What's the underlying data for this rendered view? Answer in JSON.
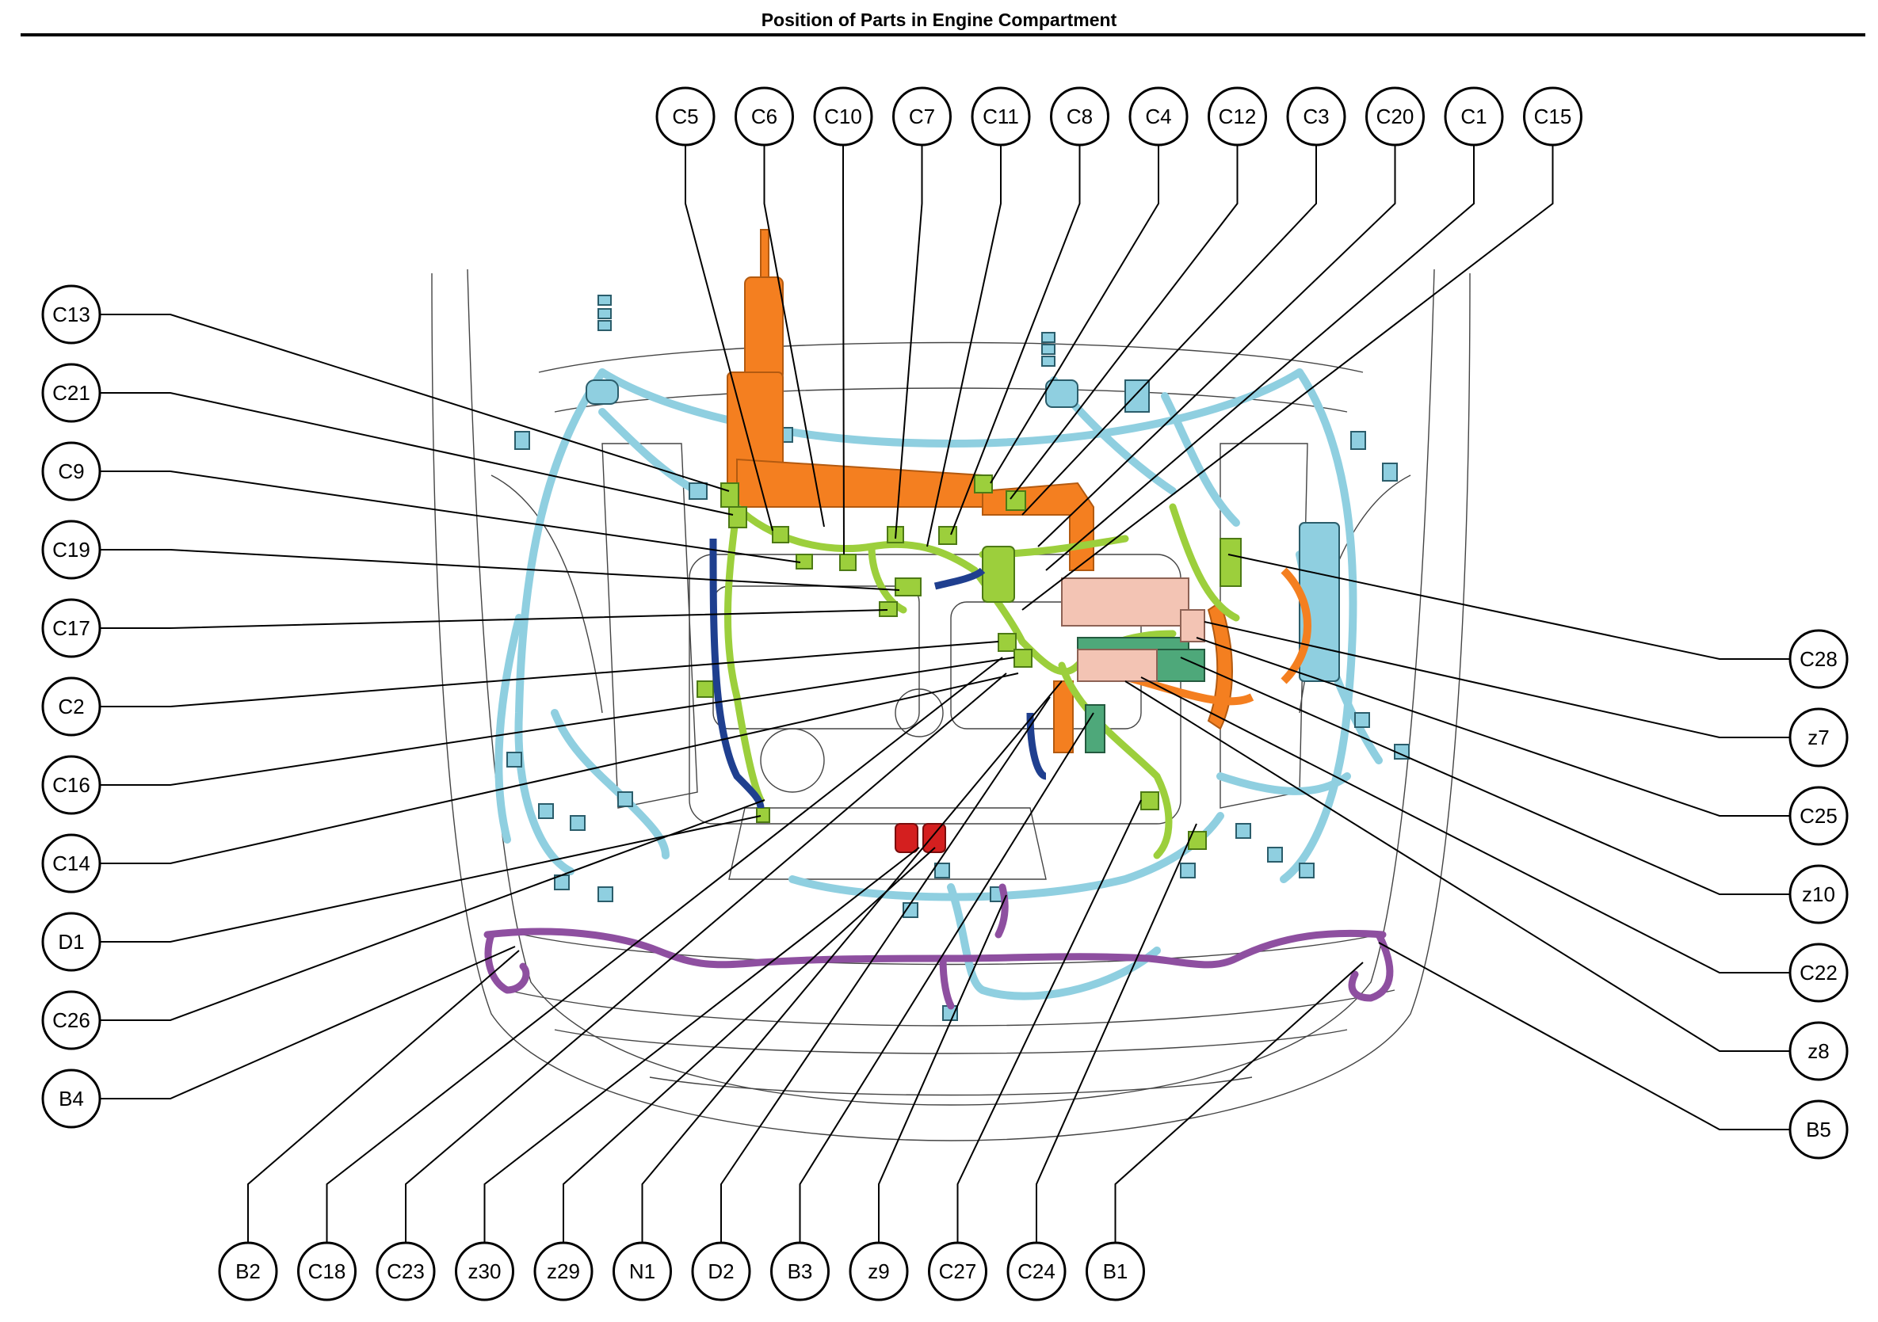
{
  "title": "Position of Parts in Engine Compartment",
  "colors": {
    "harness_blue": "#8fcfe0",
    "harness_green": "#9ccf3c",
    "harness_orange": "#f47f20",
    "harness_purple": "#8e4fa0",
    "harness_navy": "#1f3f8f",
    "relay_red": "#d41f1f",
    "teal": "#4ea87a",
    "pink": "#f3c4b4"
  },
  "callouts": {
    "top": [
      "C5",
      "C6",
      "C10",
      "C7",
      "C11",
      "C8",
      "C4",
      "C12",
      "C3",
      "C20",
      "C1",
      "C15"
    ],
    "left": [
      "C13",
      "C21",
      "C9",
      "C19",
      "C17",
      "C2",
      "C16",
      "C14",
      "D1",
      "C26",
      "B4"
    ],
    "right": [
      "C28",
      "z7",
      "C25",
      "z10",
      "C22",
      "z8",
      "B5"
    ],
    "bottom": [
      "B2",
      "C18",
      "C23",
      "z30",
      "z29",
      "N1",
      "D2",
      "B3",
      "z9",
      "C27",
      "C24",
      "B1"
    ]
  }
}
